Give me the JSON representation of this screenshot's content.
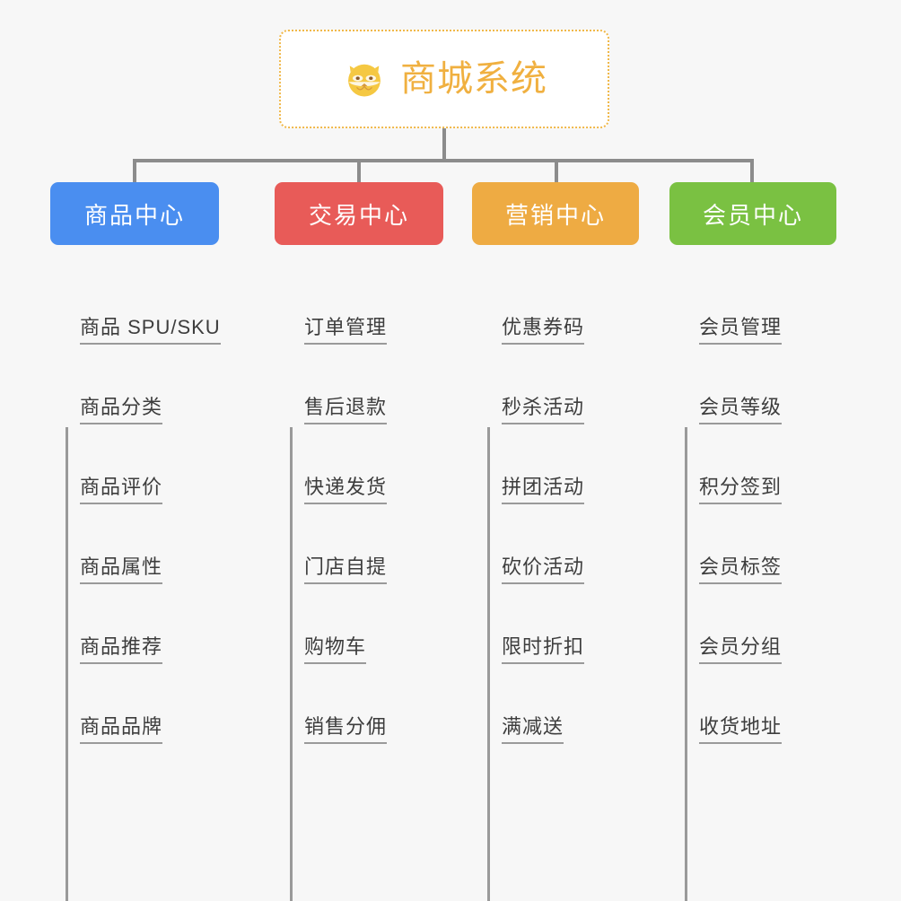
{
  "diagram": {
    "type": "mind-map",
    "background_color": "#f7f7f7",
    "root": {
      "title": "商城系统",
      "icon": "shiba-dog-emoji",
      "border_color": "#f0b849",
      "text_color": "#f0b040"
    },
    "branches": [
      {
        "label": "商品中心",
        "color": "#4a8ef0",
        "leaves": [
          "商品 SPU/SKU",
          "商品分类",
          "商品评价",
          "商品属性",
          "商品推荐",
          "商品品牌"
        ]
      },
      {
        "label": "交易中心",
        "color": "#e85b58",
        "leaves": [
          "订单管理",
          "售后退款",
          "快递发货",
          "门店自提",
          "购物车",
          "销售分佣"
        ]
      },
      {
        "label": "营销中心",
        "color": "#eeab43",
        "leaves": [
          "优惠券码",
          "秒杀活动",
          "拼团活动",
          "砍价活动",
          "限时折扣",
          "满减送"
        ]
      },
      {
        "label": "会员中心",
        "color": "#7ac142",
        "leaves": [
          "会员管理",
          "会员等级",
          "积分签到",
          "会员标签",
          "会员分组",
          "收货地址"
        ]
      }
    ],
    "connector_color": "#8c8c8c"
  }
}
